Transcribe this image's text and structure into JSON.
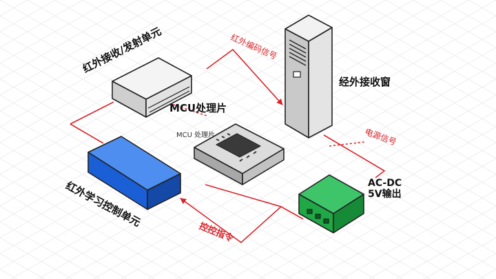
{
  "labels": {
    "ir_tx_rx": "红外接收/发射单元",
    "mcu_title": "MCU处理片",
    "mcu_sub": "MCU 处理片",
    "ir_receive_window": "经外接收窗",
    "ir_learn_control": "红外学习控制单元",
    "power_module": "AC-DC\n5V输出"
  },
  "signals": {
    "ir_encoded": "红外编码信号",
    "power_signal": "电源信号",
    "control_cmd": "控控指令"
  },
  "colors": {
    "signal": "#d8242a",
    "blue_block": "#1a5fd6",
    "green_block": "#1fa845",
    "grey_device": "#d4d4d4"
  }
}
